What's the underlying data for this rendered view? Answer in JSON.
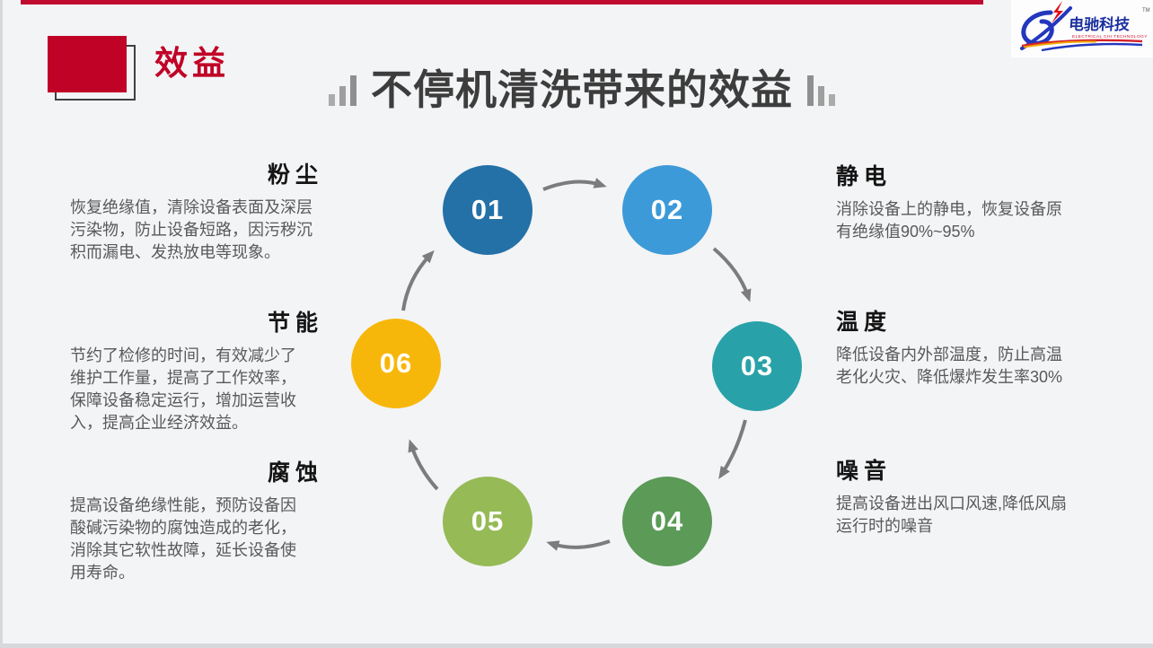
{
  "page": {
    "background": "#f3f4f6",
    "top_bar_color": "#c00a2e",
    "accent_red": "#c00226",
    "title_gray": "#3d3d3d",
    "body_gray": "#595959",
    "arrow_gray": "#7c7c7c"
  },
  "header": {
    "corner_label": "效益",
    "title": "不停机清洗带来的效益"
  },
  "logo": {
    "company_name": "电驰科技",
    "tagline": "ELECTRICAL CHI TECHNOLOGY",
    "trademark": "TM"
  },
  "cycle": {
    "steps": [
      {
        "number": "01",
        "color": "#2471a8"
      },
      {
        "number": "02",
        "color": "#3d9ad8"
      },
      {
        "number": "03",
        "color": "#28a2a8"
      },
      {
        "number": "04",
        "color": "#5b9a57"
      },
      {
        "number": "05",
        "color": "#96ba56"
      },
      {
        "number": "06",
        "color": "#f7b70a"
      }
    ]
  },
  "benefits": {
    "left": [
      {
        "title": "粉尘",
        "body": "恢复绝缘值，清除设备表面及深层\n污染物，防止设备短路，因污秽沉\n积而漏电、发热放电等现象。"
      },
      {
        "title": "节能",
        "body": "节约了检修的时间，有效减少了\n维护工作量，提高了工作效率，\n保障设备稳定运行，增加运营收\n入，提高企业经济效益。"
      },
      {
        "title": "腐蚀",
        "body": "提高设备绝缘性能，预防设备因\n酸碱污染物的腐蚀造成的老化，\n消除其它软性故障，延长设备使\n用寿命。"
      }
    ],
    "right": [
      {
        "title": "静电",
        "body": "消除设备上的静电，恢复设备原\n有绝缘值90%~95%"
      },
      {
        "title": "温度",
        "body": "降低设备内外部温度，防止高温\n老化火灾、降低爆炸发生率30%"
      },
      {
        "title": "噪音",
        "body": "提高设备进出风口风速,降低风扇\n运行时的噪音"
      }
    ]
  }
}
